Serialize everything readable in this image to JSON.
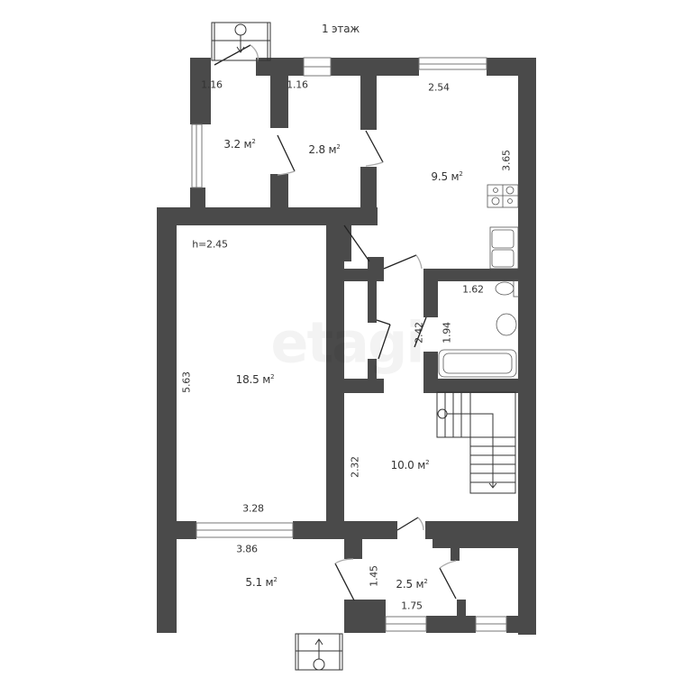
{
  "plan": {
    "title": "1 этаж",
    "watermark": "etagi",
    "ceiling_height": "h=2.45",
    "wall_color": "#4a4a4a",
    "rooms": [
      {
        "id": "vestibule-top",
        "area": "3.2 м",
        "dims": [
          "1.16"
        ]
      },
      {
        "id": "hall-top",
        "area": "2.8 м",
        "dims": [
          "1.16"
        ]
      },
      {
        "id": "kitchen",
        "area": "9.5 м",
        "dims": [
          "2.54",
          "3.65"
        ]
      },
      {
        "id": "living-room",
        "area": "18.5 м",
        "dims": [
          "5.63",
          "3.28"
        ]
      },
      {
        "id": "bathroom",
        "area": "",
        "dims": [
          "1.62",
          "1.94"
        ]
      },
      {
        "id": "corridor",
        "area": "",
        "dims": [
          "2.42"
        ]
      },
      {
        "id": "stair-hall",
        "area": "10.0 м",
        "dims": [
          "2.32"
        ]
      },
      {
        "id": "terrace",
        "area": "5.1 м",
        "dims": [
          "3.86"
        ]
      },
      {
        "id": "entry-hall",
        "area": "2.5 м",
        "dims": [
          "1.45",
          "1.75"
        ]
      }
    ],
    "area_unit_sup": "2"
  }
}
